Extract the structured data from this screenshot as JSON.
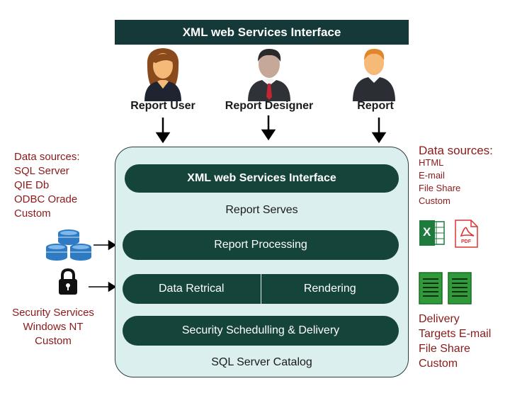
{
  "top_bar": {
    "title": "XML web Services Interface"
  },
  "actors": [
    {
      "label": "Report User",
      "icon": "user-woman-icon"
    },
    {
      "label": "Report Designer",
      "icon": "designer-man-icon"
    },
    {
      "label": "Report",
      "icon": "user-man-icon"
    }
  ],
  "panel": {
    "interface": "XML web Services Interface",
    "report_serves": "Report Serves",
    "report_processing": "Report Processing",
    "data_retrieval": "Data Retrical",
    "rendering": "Rendering",
    "security": "Security Schedulling & Delivery",
    "catalog": "SQL Server Catalog"
  },
  "left_sources": {
    "lines": [
      "Data sources:",
      "SQL Server",
      "QIE Db",
      "ODBC Orade",
      "Custom"
    ]
  },
  "left_security": {
    "lines": [
      "Security Services",
      "Windows NT",
      "Custom"
    ]
  },
  "right_sources": {
    "title": "Data sources:",
    "lines": [
      "HTML",
      "E-mail",
      "File Share",
      "Custom"
    ]
  },
  "right_delivery": {
    "lines": [
      "Delivery",
      "Targets E-mail",
      "File Share",
      "Custom"
    ]
  },
  "icons": {
    "pdf_label": "PDF",
    "excel_label": "X"
  },
  "colors": {
    "dark_teal": "#14443a",
    "panel_bg": "#dcefef",
    "accent_red": "#8a1a1a",
    "green_doc": "#2f9a3a"
  }
}
